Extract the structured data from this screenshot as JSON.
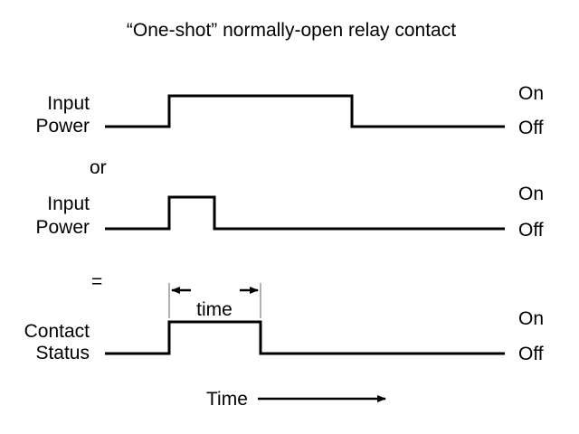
{
  "title": "“One-shot” normally-open relay contact",
  "rows": [
    {
      "label_line1": "Input",
      "label_line2": "Power",
      "on_label": "On",
      "off_label": "Off"
    },
    {
      "label_line1": "Input",
      "label_line2": "Power",
      "on_label": "On",
      "off_label": "Off"
    },
    {
      "label_line1": "Contact",
      "label_line2": "Status",
      "on_label": "On",
      "off_label": "Off"
    }
  ],
  "connector_or": "or",
  "connector_equals": "=",
  "time_label": "time",
  "axis_label": "Time",
  "colors": {
    "line": "#000000",
    "dimension": "#999999",
    "background": "#ffffff"
  }
}
